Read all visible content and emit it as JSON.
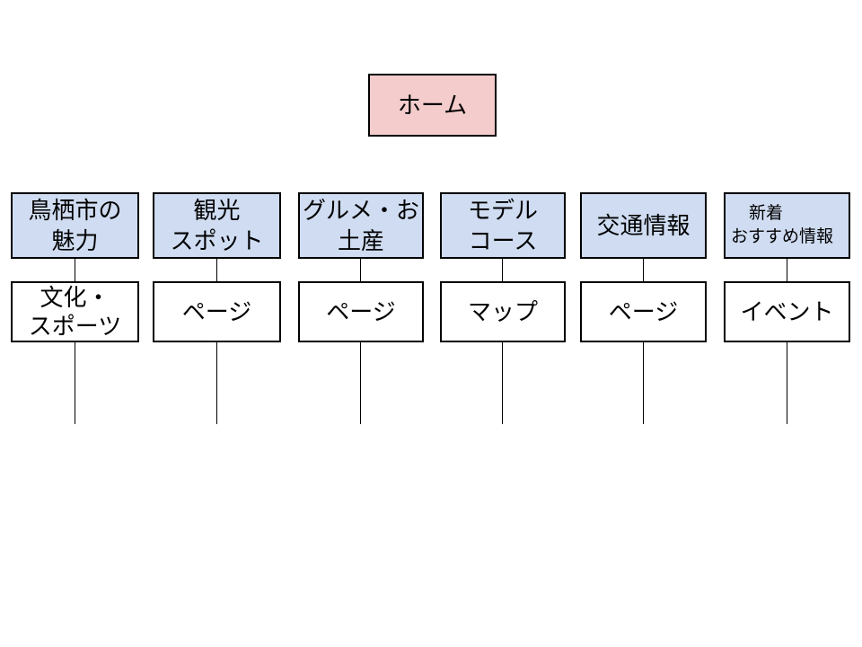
{
  "colors": {
    "background": "#FFFFFF",
    "home_fill": "#F4CCCC",
    "category_fill": "#CFDCF1",
    "box_border": "#000000",
    "line_color": "#000000",
    "text_color": "#000000"
  },
  "root": {
    "label": "ホーム"
  },
  "columns": [
    {
      "parent": {
        "line1": "鳥栖市の",
        "line2": "魅力"
      },
      "child": {
        "line1": "文化・",
        "line2": "スポーツ"
      }
    },
    {
      "parent": {
        "line1": "観光",
        "line2": "スポット"
      },
      "child": {
        "line1": "ページ"
      }
    },
    {
      "parent": {
        "line1": "グルメ・お",
        "line2": "土産"
      },
      "child": {
        "line1": "ページ"
      }
    },
    {
      "parent": {
        "line1": "モデル",
        "line2": "コース"
      },
      "child": {
        "line1": "マップ"
      }
    },
    {
      "parent": {
        "line1": "交通情報"
      },
      "child": {
        "line1": "ページ"
      }
    },
    {
      "parent": {
        "line1": "新着",
        "line2": "おすすめ情報"
      },
      "child": {
        "line1": "イベント"
      }
    }
  ]
}
